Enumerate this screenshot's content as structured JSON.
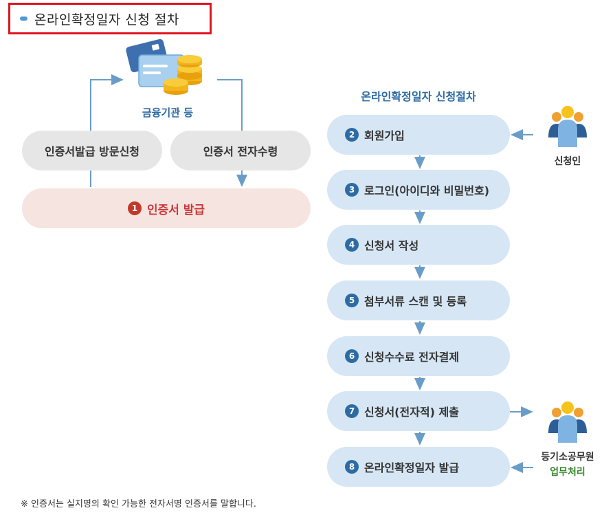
{
  "title": "온라인확정일자 신청 절차",
  "left_flow": {
    "institution_label": "금융기관 등",
    "visit_pill": "인증서발급 방문신청",
    "electronic_pill": "인증서 전자수령",
    "issue_number": "1",
    "issue_label": "인증서 발급"
  },
  "right_flow": {
    "heading": "온라인확정일자 신청절차",
    "steps": [
      {
        "num": "2",
        "label": "회원가입"
      },
      {
        "num": "3",
        "label": "로그인(아이디와 비밀번호)"
      },
      {
        "num": "4",
        "label": "신청서 작성"
      },
      {
        "num": "5",
        "label": "첨부서류 스캔 및 등록"
      },
      {
        "num": "6",
        "label": "신청수수료 전자결제"
      },
      {
        "num": "7",
        "label": "신청서(전자적) 제출"
      },
      {
        "num": "8",
        "label": "온라인확정일자 발급"
      }
    ]
  },
  "actors": {
    "applicant": "신청인",
    "registry_official": "등기소공무원",
    "registry_action": "업무처리"
  },
  "footnote": "※ 인증서는 실지명의 확인 가능한 전자서명 인증서를 말합니다.",
  "colors": {
    "title_border": "#e0141e",
    "accent_blue": "#2d6ba3",
    "step_bg": "#d6e6f4",
    "pink_bg": "#f6e4e1",
    "grey_bg": "#e6e6e6",
    "arrow": "#6a9cc8",
    "green": "#3a8a2e"
  }
}
